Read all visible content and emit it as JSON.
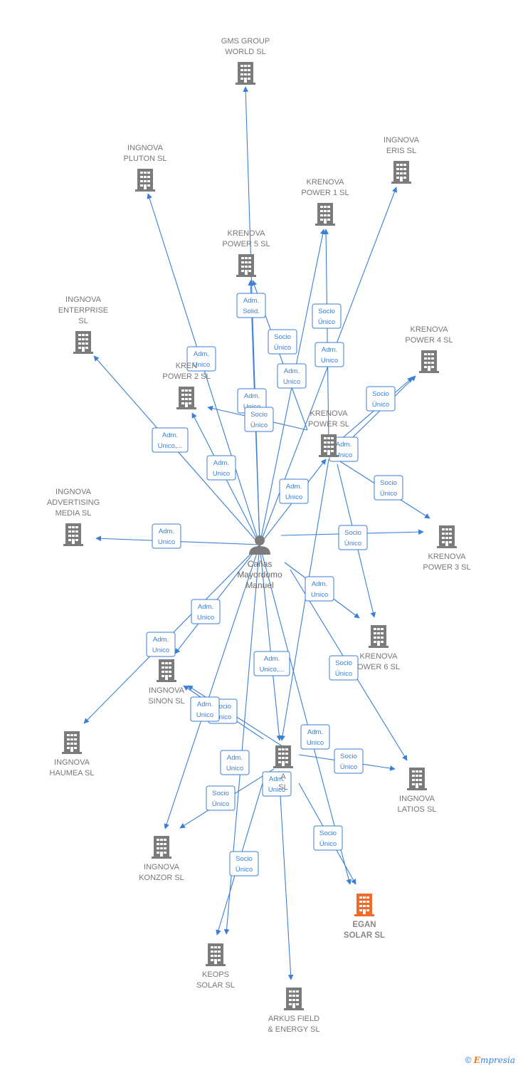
{
  "colors": {
    "edge": "#3a7fd5",
    "building": "#7b7b7b",
    "target_building": "#f26a2a",
    "person": "#7b7b7b"
  },
  "person": {
    "label_lines": [
      "Cañas",
      "Mayordomo",
      "Manuel"
    ],
    "icon": "person-icon"
  },
  "nodes": [
    {
      "id": "gms",
      "lines": [
        "GMS GROUP",
        "WORLD  SL"
      ],
      "icon": "building-icon"
    },
    {
      "id": "pluton",
      "lines": [
        "INGNOVA",
        "PLUTON  SL"
      ],
      "icon": "building-icon"
    },
    {
      "id": "eris",
      "lines": [
        "INGNOVA",
        "ERIS  SL"
      ],
      "icon": "building-icon"
    },
    {
      "id": "kp1",
      "lines": [
        "KRENOVA",
        "POWER 1  SL"
      ],
      "icon": "building-icon"
    },
    {
      "id": "kp5",
      "lines": [
        "KRENOVA",
        "POWER 5  SL"
      ],
      "icon": "building-icon"
    },
    {
      "id": "enterprise",
      "lines": [
        "INGNOVA",
        "ENTERPRISE",
        "SL"
      ],
      "icon": "building-icon"
    },
    {
      "id": "kp4",
      "lines": [
        "KRENOVA",
        "POWER 4  SL"
      ],
      "icon": "building-icon"
    },
    {
      "id": "kp2",
      "lines": [
        "KREN",
        "POWER 2  SL"
      ],
      "icon": "building-icon"
    },
    {
      "id": "kp",
      "lines": [
        "KRENOVA",
        "POWER  SL"
      ],
      "icon": "building-icon"
    },
    {
      "id": "advertising",
      "lines": [
        "INGNOVA",
        "ADVERTISING",
        "MEDIA  SL"
      ],
      "icon": "building-icon"
    },
    {
      "id": "kp3",
      "lines": [
        "KRENOVA",
        "POWER 3  SL"
      ],
      "icon": "building-icon"
    },
    {
      "id": "kp6",
      "lines": [
        "KRENOVA",
        "OWER 6  SL"
      ],
      "icon": "building-icon"
    },
    {
      "id": "sinon",
      "lines": [
        "INGNOVA",
        "SINON  SL"
      ],
      "icon": "building-icon"
    },
    {
      "id": "haumea",
      "lines": [
        "INGNOVA",
        "HAUMEA  SL"
      ],
      "icon": "building-icon"
    },
    {
      "id": "center",
      "lines": [
        "A",
        "SL"
      ],
      "icon": "building-icon"
    },
    {
      "id": "latios",
      "lines": [
        "INGNOVA",
        "LATIOS  SL"
      ],
      "icon": "building-icon"
    },
    {
      "id": "konzor",
      "lines": [
        "INGNOVA",
        "KONZOR  SL"
      ],
      "icon": "building-icon"
    },
    {
      "id": "egan",
      "lines": [
        "EGAN",
        "SOLAR  SL"
      ],
      "icon": "building-icon",
      "target": true
    },
    {
      "id": "keops",
      "lines": [
        "KEOPS",
        "SOLAR  SL"
      ],
      "icon": "building-icon"
    },
    {
      "id": "arkus",
      "lines": [
        "ARKUS FIELD",
        "& ENERGY  SL"
      ],
      "icon": "building-icon"
    }
  ],
  "edge_labels": [
    {
      "id": "e_gms",
      "lines": [
        "Adm.",
        "Solid."
      ]
    },
    {
      "id": "e_pluton",
      "lines": [
        "Adm.",
        "Unico"
      ]
    },
    {
      "id": "e_kp5_socio",
      "lines": [
        "Socio",
        "Único"
      ]
    },
    {
      "id": "e_kp1_socio",
      "lines": [
        "Socio",
        "Único"
      ]
    },
    {
      "id": "e_eris",
      "lines": [
        "Adm.",
        "Unico"
      ]
    },
    {
      "id": "e_kp1_adm",
      "lines": [
        "Adm.",
        "Unico"
      ]
    },
    {
      "id": "e_kp5_adm",
      "lines": [
        "Adm.",
        "Unico"
      ]
    },
    {
      "id": "e_kp2_socio",
      "lines": [
        "Socio",
        "Único"
      ]
    },
    {
      "id": "e_kp4_socio",
      "lines": [
        "Socio",
        "Único"
      ]
    },
    {
      "id": "e_enterprise",
      "lines": [
        "Adm.",
        "Unico,..."
      ]
    },
    {
      "id": "e_kp2_adm",
      "lines": [
        "Adm.",
        "Unico"
      ]
    },
    {
      "id": "e_kp_adm2",
      "lines": [
        "Adm.",
        "Unico"
      ]
    },
    {
      "id": "e_kp_adm",
      "lines": [
        "Adm.",
        "Unico"
      ]
    },
    {
      "id": "e_kp3_socio",
      "lines": [
        "Socio",
        "Único"
      ]
    },
    {
      "id": "e_advertising",
      "lines": [
        "Adm.",
        "Unico"
      ]
    },
    {
      "id": "e_kp3_socio2",
      "lines": [
        "Socio",
        "Único"
      ]
    },
    {
      "id": "e_kp6_socio",
      "lines": [
        "Socio",
        "Único"
      ]
    },
    {
      "id": "e_kp6_adm",
      "lines": [
        "Adm.",
        "Unico"
      ]
    },
    {
      "id": "e_sinon_adm",
      "lines": [
        "Adm.",
        "Unico"
      ]
    },
    {
      "id": "e_haumea",
      "lines": [
        "Adm.",
        "Unico"
      ]
    },
    {
      "id": "e_center_adm",
      "lines": [
        "Adm.",
        "Unico,..."
      ]
    },
    {
      "id": "e_latios_adm",
      "lines": [
        "Adm.",
        "Unico"
      ]
    },
    {
      "id": "e_sinon_socio",
      "lines": [
        "Socio",
        "Único"
      ]
    },
    {
      "id": "e_sinon_adm2",
      "lines": [
        "Adm.",
        "Unico"
      ]
    },
    {
      "id": "e_egan_adm",
      "lines": [
        "Adm.",
        "Unico"
      ]
    },
    {
      "id": "e_latios_socio",
      "lines": [
        "Socio",
        "Único"
      ]
    },
    {
      "id": "e_keops_adm",
      "lines": [
        "Adm.",
        "Unico"
      ]
    },
    {
      "id": "e_arkus_adm",
      "lines": [
        "Adm.",
        "Unico"
      ]
    },
    {
      "id": "e_konzor_socio",
      "lines": [
        "Socio",
        "Único"
      ]
    },
    {
      "id": "e_egan_socio",
      "lines": [
        "Socio",
        "Único"
      ]
    },
    {
      "id": "e_keops_socio",
      "lines": [
        "Socio",
        "Único"
      ]
    }
  ],
  "footer": {
    "copyright": "©",
    "brand_initial": "E",
    "brand_rest": "mpresia"
  }
}
